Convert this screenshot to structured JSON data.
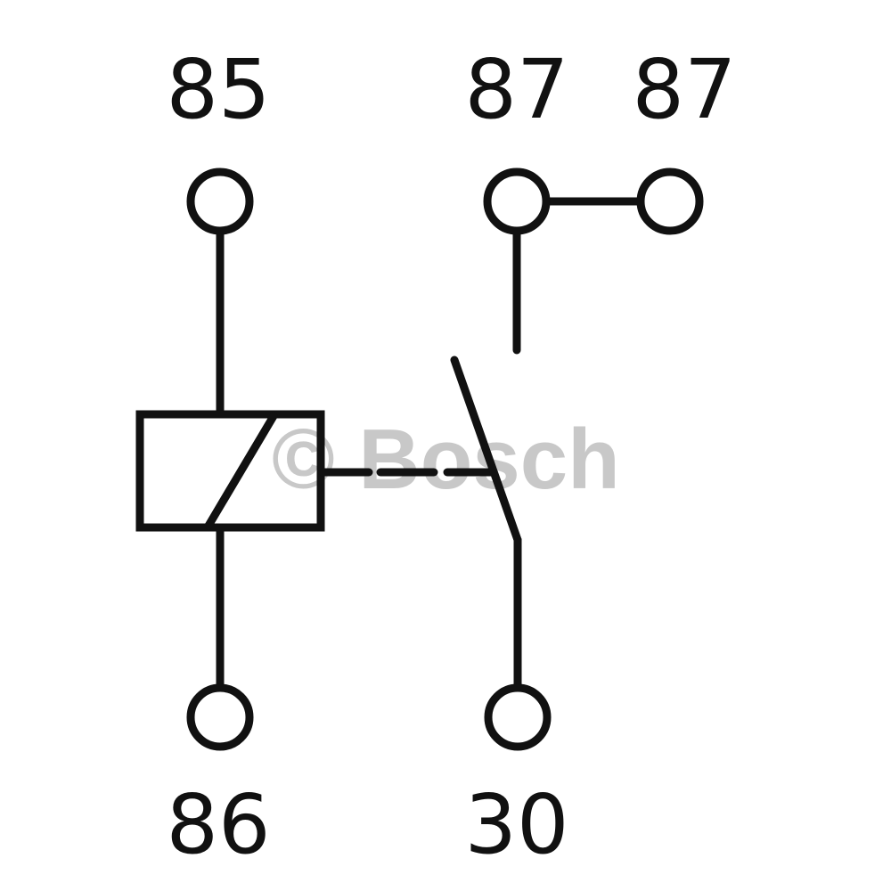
{
  "watermark": "© Bosch",
  "colors": {
    "line": "#111111",
    "watermark": "#c8c8c8",
    "background": "#ffffff"
  },
  "terminals": {
    "t85": "85",
    "t87a": "87",
    "t87b": "87",
    "t86": "86",
    "t30": "30"
  }
}
